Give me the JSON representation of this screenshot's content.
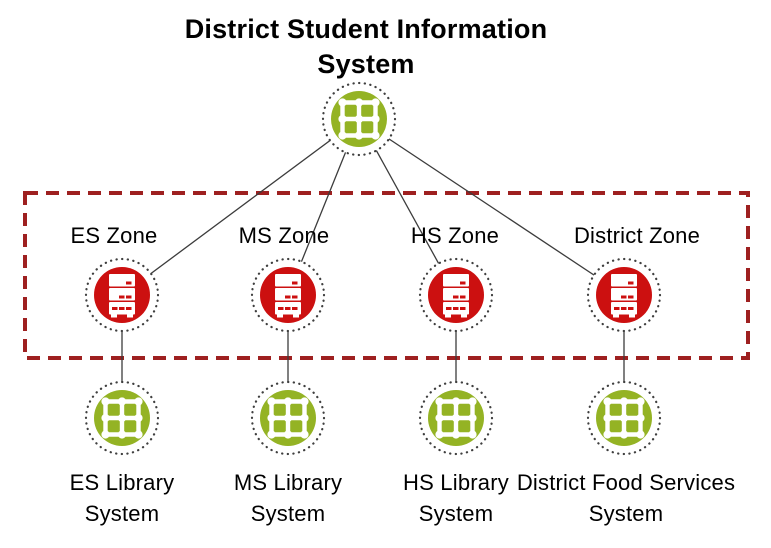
{
  "diagram": {
    "title": "District Student Information System",
    "zones": [
      {
        "label": "ES Zone"
      },
      {
        "label": "MS Zone"
      },
      {
        "label": "HS Zone"
      },
      {
        "label": "District Zone"
      }
    ],
    "systems": [
      {
        "label": "ES Library System"
      },
      {
        "label": "MS Library System"
      },
      {
        "label": "HS Library System"
      },
      {
        "label": "District Food Services System"
      }
    ],
    "icons": {
      "root_node": "grid-network-icon",
      "zone_node": "server-stack-icon",
      "system_node": "grid-network-icon"
    },
    "colors": {
      "app_node_green": "#94b324",
      "zone_node_red": "#cc1010",
      "zone_boundary_red": "#9e2020",
      "ring_dots": "#3f3f3f",
      "connector_line": "#3c3c3c",
      "text": "#000000",
      "background": "#ffffff"
    }
  }
}
